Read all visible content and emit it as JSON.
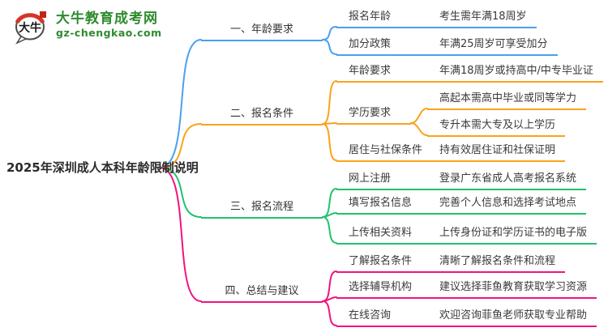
{
  "logo": {
    "badge": "大牛",
    "title": "大牛教育成考网",
    "domain": "gz-chengkao.com",
    "brand_green": "#2e8b2e",
    "brand_red": "#d63426"
  },
  "root": {
    "title": "2025年深圳成人本科年龄限制说明"
  },
  "branches": [
    {
      "label": "一、年龄要求",
      "color": "#4aa0ee",
      "children": [
        {
          "topic": "报名年龄",
          "leaf": "考生需年满18周岁"
        },
        {
          "topic": "加分政策",
          "leaf": "年满25周岁可享受加分"
        }
      ]
    },
    {
      "label": "二、报名条件",
      "color": "#faa21b",
      "children": [
        {
          "topic": "年龄要求",
          "leaf": "年满18周岁或持高中/中专毕业证"
        },
        {
          "topic": "学历要求",
          "leaves": [
            "高起本需高中毕业或同等学力",
            "专升本需大专及以上学历"
          ]
        },
        {
          "topic": "居住与社保条件",
          "leaf": "持有效居住证和社保证明"
        }
      ]
    },
    {
      "label": "三、报名流程",
      "color": "#22c06e",
      "children": [
        {
          "topic": "网上注册",
          "leaf": "登录广东省成人高考报名系统"
        },
        {
          "topic": "填写报名信息",
          "leaf": "完善个人信息和选择考试地点"
        },
        {
          "topic": "上传相关资料",
          "leaf": "上传身份证和学历证书的电子版"
        }
      ]
    },
    {
      "label": "四、总结与建议",
      "color": "#f0147e",
      "children": [
        {
          "topic": "了解报名条件",
          "leaf": "清晰了解报名条件和流程"
        },
        {
          "topic": "选择辅导机构",
          "leaf": "建议选择菲鱼教育获取学习资源"
        },
        {
          "topic": "在线咨询",
          "leaf": "欢迎咨询菲鱼老师获取专业帮助"
        }
      ]
    }
  ]
}
